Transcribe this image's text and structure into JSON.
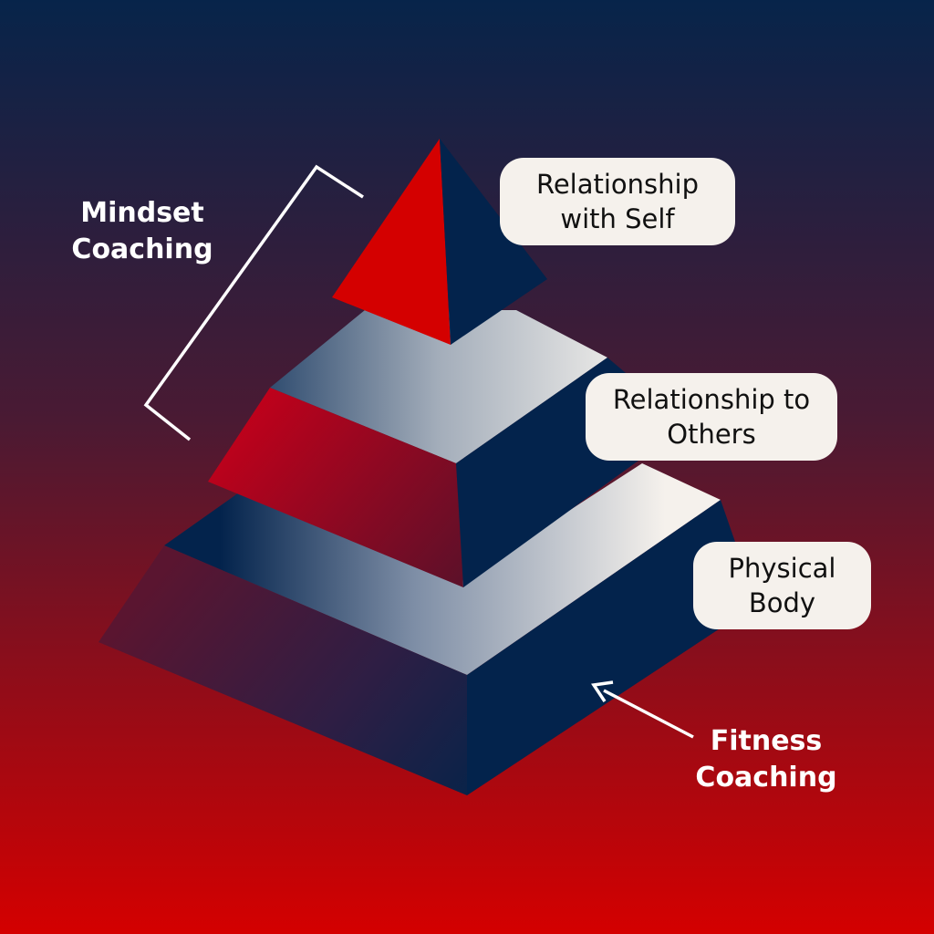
{
  "colors": {
    "bg_top": "#07244a",
    "bg_bottom": "#d40000",
    "navy": "#03234c",
    "red": "#d40000",
    "light": "#f5f1ec",
    "white": "#ffffff"
  },
  "tiers": [
    {
      "label_lines": [
        "Relationship",
        "with Self"
      ]
    },
    {
      "label_lines": [
        "Relationship to",
        "Others"
      ]
    },
    {
      "label_lines": [
        "Physical",
        "Body"
      ]
    }
  ],
  "annotations": {
    "mindset": {
      "lines": [
        "Mindset",
        "Coaching"
      ]
    },
    "fitness": {
      "lines": [
        "Fitness",
        "Coaching"
      ]
    }
  }
}
